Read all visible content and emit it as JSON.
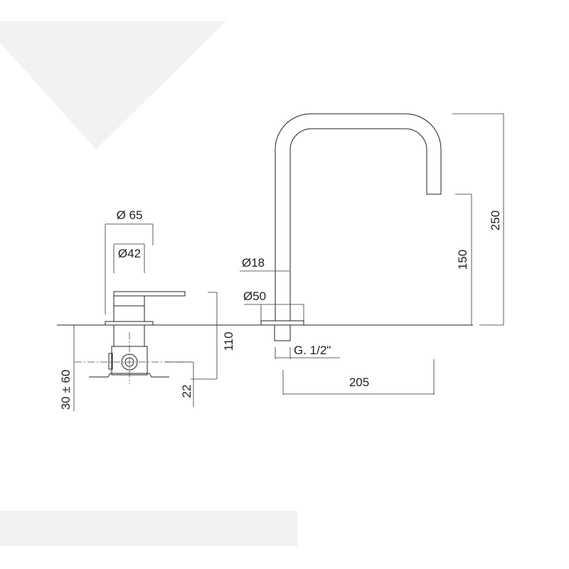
{
  "title": "Deck-mounted mixer with spout — dimensional drawing",
  "colors": {
    "line": "#222222",
    "background_shape": "#f2f2f2"
  },
  "dimensions": {
    "mixer_outer_diameter": "Ø 65",
    "mixer_inner_diameter": "Ø42",
    "mixer_height": "110",
    "body_offset": "22",
    "deck_thickness": "30 ± 60",
    "spout_tube_diameter": "Ø18",
    "spout_base_diameter": "Ø50",
    "thread": "G. 1/2\"",
    "spout_reach": "205",
    "spout_outlet_height": "150",
    "spout_total_height": "250"
  }
}
